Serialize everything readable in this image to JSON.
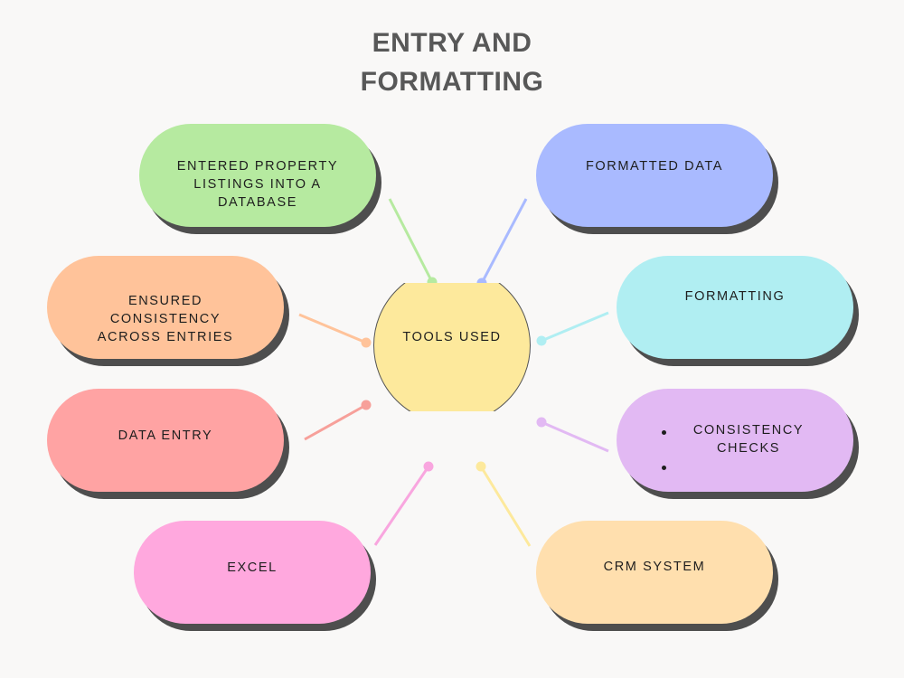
{
  "title": {
    "line1": "ENTRY AND",
    "line2": "FORMATTING"
  },
  "hub": {
    "label": "TOOLS USED",
    "color": "#fde99c"
  },
  "nodes": {
    "entered": {
      "text": "ENTERED PROPERTY\nLISTINGS INTO A\nDATABASE",
      "color": "#b6eaa0",
      "line_color": "#b6eaa0"
    },
    "ensured": {
      "text": "ENSURED\nCONSISTENCY\nACROSS ENTRIES",
      "color": "#ffc39a",
      "line_color": "#ffc39a"
    },
    "data_entry": {
      "text": "DATA ENTRY",
      "color": "#ffa3a3",
      "line_color": "#f7a09a"
    },
    "excel": {
      "text": "EXCEL",
      "color": "#ffa8de",
      "line_color": "#f9a6df"
    },
    "formatted": {
      "text": "FORMATTED DATA",
      "color": "#a9baff",
      "line_color": "#a9baff"
    },
    "formatting": {
      "text": "FORMATTING",
      "color": "#b0eef2",
      "line_color": "#b0eef2"
    },
    "consistency": {
      "text": "CONSISTENCY\nCHECKS",
      "color": "#e2b9f3",
      "line_color": "#e2b9f3"
    },
    "crm": {
      "text": "CRM SYSTEM",
      "color": "#ffdfae",
      "line_color": "#fde99c"
    }
  }
}
